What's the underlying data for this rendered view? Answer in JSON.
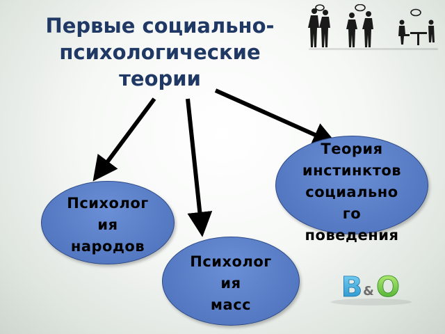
{
  "title": {
    "line1": "Первые социально-",
    "line2": "психологические",
    "line3": "теории"
  },
  "nodes": [
    {
      "lines": [
        "Психолог",
        "ия",
        "народов"
      ]
    },
    {
      "lines": [
        "Психолог",
        "ия",
        "масс"
      ]
    },
    {
      "lines": [
        "Теория",
        "инстинктов",
        "социально",
        "го",
        "поведения"
      ]
    }
  ],
  "logo": {
    "text": "B&O"
  },
  "colors": {
    "title": "#1f3864",
    "node_fill": "#5b7fc7",
    "node_border": "#2e4a87",
    "arrow": "#000000"
  },
  "icons": [
    "business-people-icon",
    "speech-bubble-icon",
    "bo-logo"
  ]
}
